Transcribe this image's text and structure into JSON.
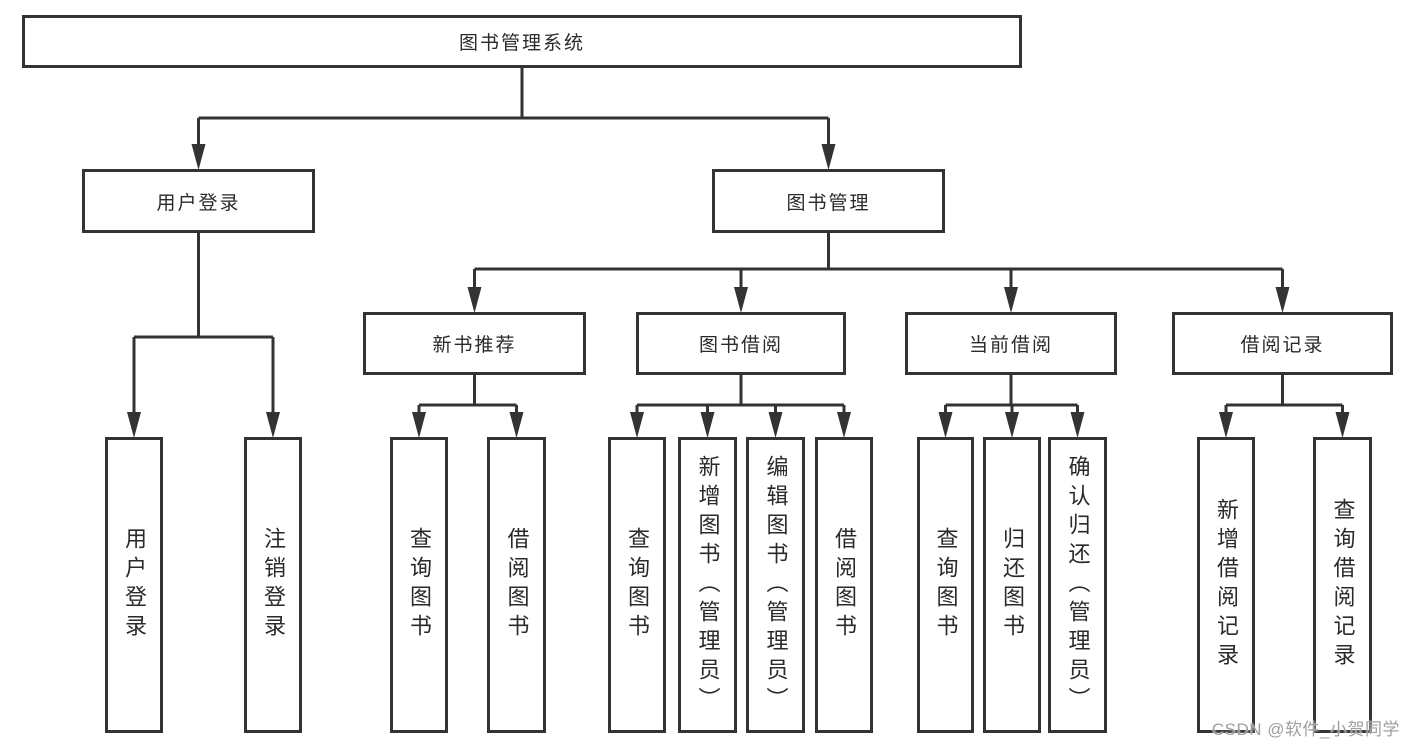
{
  "diagram": {
    "nodes": {
      "root": {
        "label": "图书管理系统"
      },
      "login": {
        "label": "用户登录"
      },
      "bookmgmt": {
        "label": "图书管理"
      },
      "newbook": {
        "label": "新书推荐"
      },
      "borrow": {
        "label": "图书借阅"
      },
      "current": {
        "label": "当前借阅"
      },
      "records": {
        "label": "借阅记录"
      },
      "leaf_login": {
        "label": "用户登录"
      },
      "leaf_logout": {
        "label": "注销登录"
      },
      "nb_query": {
        "label": "查询图书"
      },
      "nb_borrow": {
        "label": "借阅图书"
      },
      "bw_query": {
        "label": "查询图书"
      },
      "bw_add": {
        "label": "新增图书（管理员）"
      },
      "bw_edit": {
        "label": "编辑图书（管理员）"
      },
      "bw_borrow": {
        "label": "借阅图书"
      },
      "cur_query": {
        "label": "查询图书"
      },
      "cur_return": {
        "label": "归还图书"
      },
      "cur_confirm": {
        "label": "确认归还（管理员）"
      },
      "rec_add": {
        "label": "新增借阅记录"
      },
      "rec_query": {
        "label": "查询借阅记录"
      }
    },
    "hierarchy": [
      {
        "parent": "root",
        "children": [
          "login",
          "bookmgmt"
        ]
      },
      {
        "parent": "login",
        "children": [
          "leaf_login",
          "leaf_logout"
        ]
      },
      {
        "parent": "bookmgmt",
        "children": [
          "newbook",
          "borrow",
          "current",
          "records"
        ]
      },
      {
        "parent": "newbook",
        "children": [
          "nb_query",
          "nb_borrow"
        ]
      },
      {
        "parent": "borrow",
        "children": [
          "bw_query",
          "bw_add",
          "bw_edit",
          "bw_borrow"
        ]
      },
      {
        "parent": "current",
        "children": [
          "cur_query",
          "cur_return",
          "cur_confirm"
        ]
      },
      {
        "parent": "records",
        "children": [
          "rec_add",
          "rec_query"
        ]
      }
    ],
    "line_color": "#333333"
  },
  "watermark": {
    "text": "CSDN @软件_小贺同学",
    "color": "#9f9f9f"
  }
}
